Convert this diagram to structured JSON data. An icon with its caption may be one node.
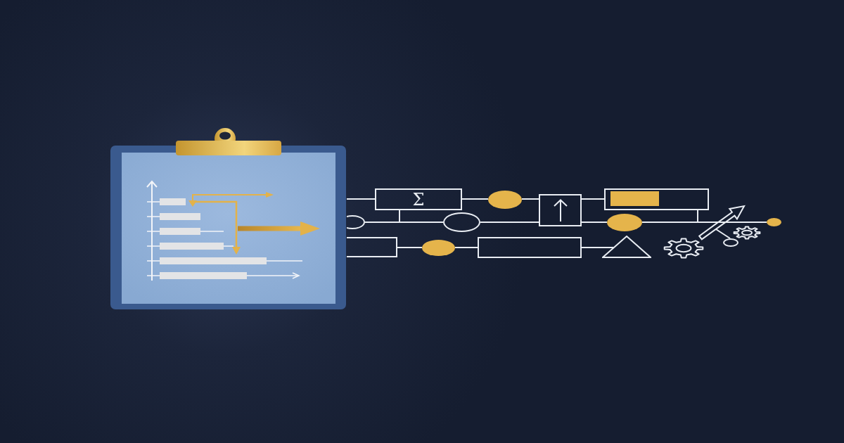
{
  "diagram": {
    "nodes": [
      {
        "text": [],
        "shape": "picture"
      },
      {
        "text": [
          "Σ"
        ]
      },
      {
        "text": [],
        "shape": "circle"
      },
      {
        "text": [],
        "shape": "box"
      },
      {
        "text": [],
        "shape": "box"
      },
      {
        "text": [],
        "shape": "circle"
      },
      {
        "text": [],
        "shape": "circle"
      },
      {
        "text": [],
        "shape": "circle"
      },
      {
        "text": [],
        "shape": "circle"
      },
      {
        "text": [],
        "shape": "box"
      },
      {
        "text": [],
        "shape": "circle"
      },
      {
        "text": [],
        "shape": "box"
      },
      {
        "text": [],
        "shape": "triangle"
      },
      {
        "text": [],
        "shape": "gear"
      },
      {
        "text": [],
        "shape": "circle"
      },
      {
        "text": [],
        "shape": "gear"
      }
    ],
    "edges": [
      {
        "from": 0,
        "to": 1,
        "arrow": "none"
      },
      {
        "from": 1,
        "to": 2,
        "arrow": "none"
      },
      {
        "from": 2,
        "to": 3,
        "arrow": "none"
      },
      {
        "from": 3,
        "to": 4,
        "arrow": "none"
      },
      {
        "from": 5,
        "to": 6,
        "arrow": "none"
      },
      {
        "from": 1,
        "to": 6,
        "arrow": "none"
      },
      {
        "from": 6,
        "to": 3,
        "arrow": "none"
      },
      {
        "from": 3,
        "to": 7,
        "arrow": "none"
      },
      {
        "from": 7,
        "to": 8,
        "arrow": "none"
      },
      {
        "from": 4,
        "to": 7,
        "arrow": "none"
      },
      {
        "from": 9,
        "to": 10,
        "arrow": "none"
      },
      {
        "from": 10,
        "to": 11,
        "arrow": "none"
      },
      {
        "from": 11,
        "to": 12,
        "arrow": "none"
      },
      {
        "from": 13,
        "to": null,
        "arrow": "to",
        "style": "thick"
      },
      {
        "from": null,
        "to": 14,
        "arrow": "none"
      }
    ]
  }
}
